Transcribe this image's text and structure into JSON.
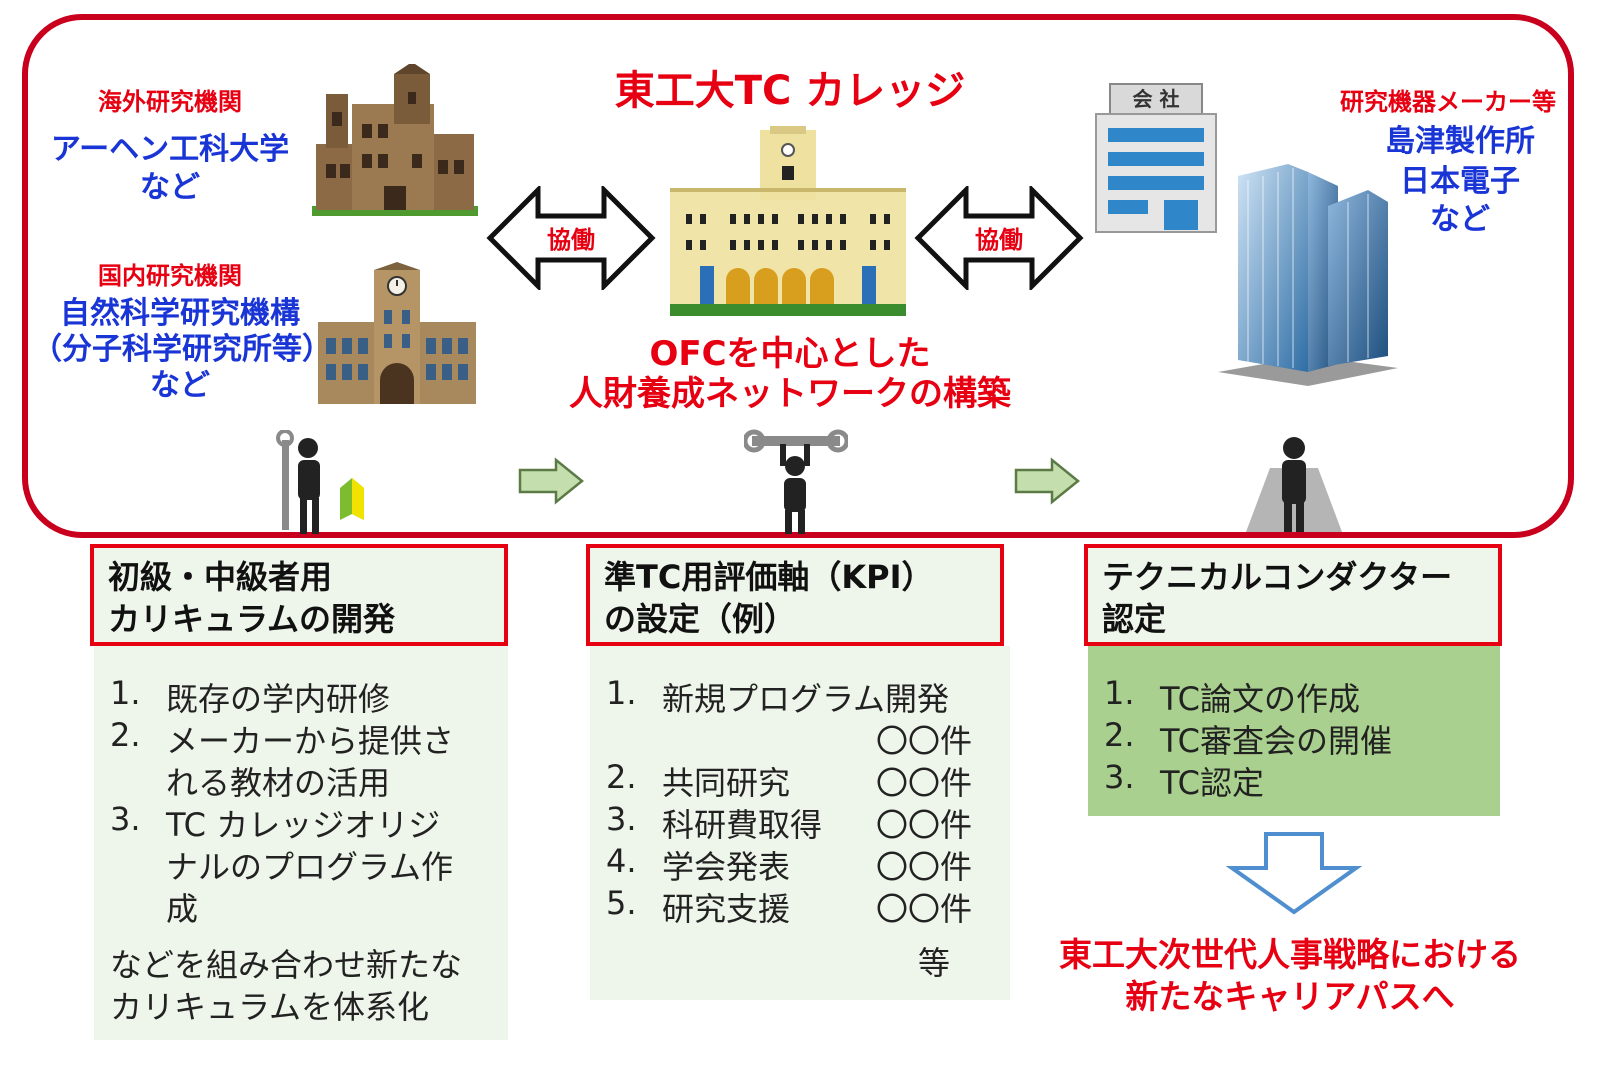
{
  "title": "東工大TC カレッジ",
  "left": {
    "overseas_label": "海外研究機関",
    "overseas_name": "アーヘン工科大学",
    "overseas_etc": "など",
    "domestic_label": "国内研究機関",
    "domestic_name1": "自然科学研究機構",
    "domestic_name2": "（分子科学研究所等）",
    "domestic_etc": "など"
  },
  "right": {
    "maker_label": "研究機器メーカー等",
    "maker_name1": "島津製作所",
    "maker_name2": "日本電子",
    "maker_etc": "など",
    "company_sign": "会 社"
  },
  "arrows": {
    "left_label": "協働",
    "right_label": "協働"
  },
  "center": {
    "line1": "OFCを中心とした",
    "line2": "人財養成ネットワークの構築"
  },
  "col1": {
    "header1": "初級・中級者用",
    "header2": "カリキュラムの開発",
    "items": [
      {
        "num": "1.",
        "line1": "既存の学内研修",
        "line2": ""
      },
      {
        "num": "2.",
        "line1": "メーカーから提供さ",
        "line2": "れる教材の活用"
      },
      {
        "num": "3.",
        "line1": "TC カレッジオリジ",
        "line2": "ナルのプログラム作",
        "line3": "成"
      }
    ],
    "footer1": "などを組み合わせ新たな",
    "footer2": "カリキュラムを体系化"
  },
  "col2": {
    "header1": "準TC用評価軸（KPI）",
    "header2": "の設定（例）",
    "items": [
      {
        "num": "1.",
        "label": "新規プログラム開発",
        "count": "〇〇件"
      },
      {
        "num": "2.",
        "label": "共同研究",
        "count": "〇〇件"
      },
      {
        "num": "3.",
        "label": "科研費取得",
        "count": "〇〇件"
      },
      {
        "num": "4.",
        "label": "学会発表",
        "count": "〇〇件"
      },
      {
        "num": "5.",
        "label": "研究支援",
        "count": "〇〇件"
      }
    ],
    "footer": "等"
  },
  "col3": {
    "header1": "テクニカルコンダクター",
    "header2": "認定",
    "items": [
      {
        "num": "1.",
        "label": "TC論文の作成"
      },
      {
        "num": "2.",
        "label": "TC審査会の開催"
      },
      {
        "num": "3.",
        "label": "TC認定"
      }
    ]
  },
  "conclusion": {
    "line1": "東工大次世代人事戦略における",
    "line2": "新たなキャリアパスへ"
  }
}
